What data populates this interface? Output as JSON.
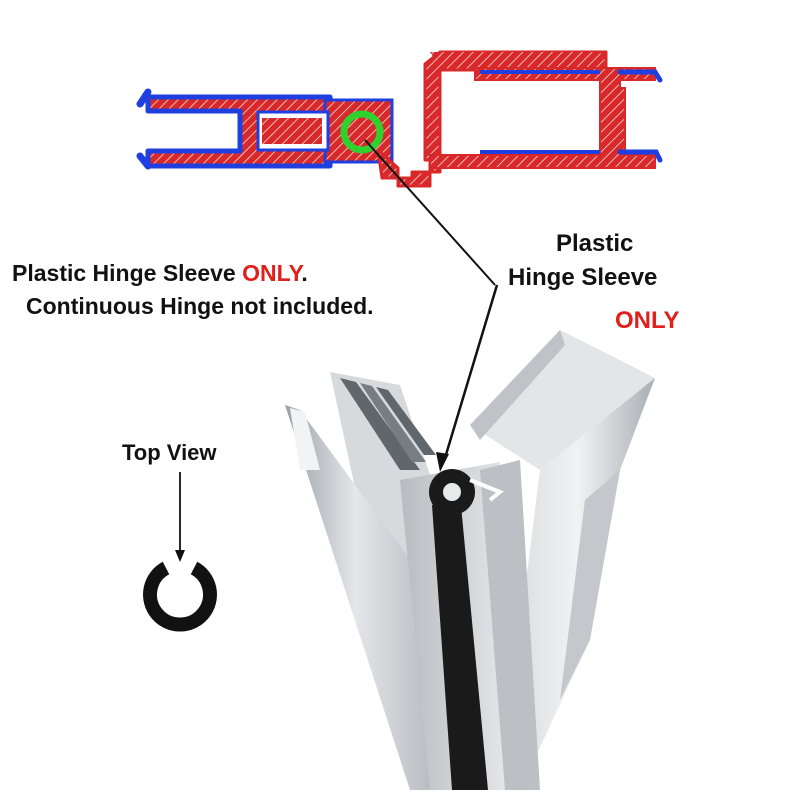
{
  "note": {
    "line1_a": "Plastic",
    "line1_b": "Hinge Sleeve",
    "line1_c": "ONLY",
    "line1_d": ".",
    "line2": "Continuous Hinge not included."
  },
  "callout": {
    "line1": "Plastic",
    "line2": "Hinge Sleeve",
    "line3": "ONLY"
  },
  "top_view": {
    "label": "Top View"
  },
  "colors": {
    "profile_fill": "#d8282a",
    "profile_edge": "#1f3fe0",
    "sleeve_highlight": "#2fd12f",
    "emphasis": "#e0201b",
    "text": "#111111",
    "aluminum": "#c9ccd0"
  }
}
